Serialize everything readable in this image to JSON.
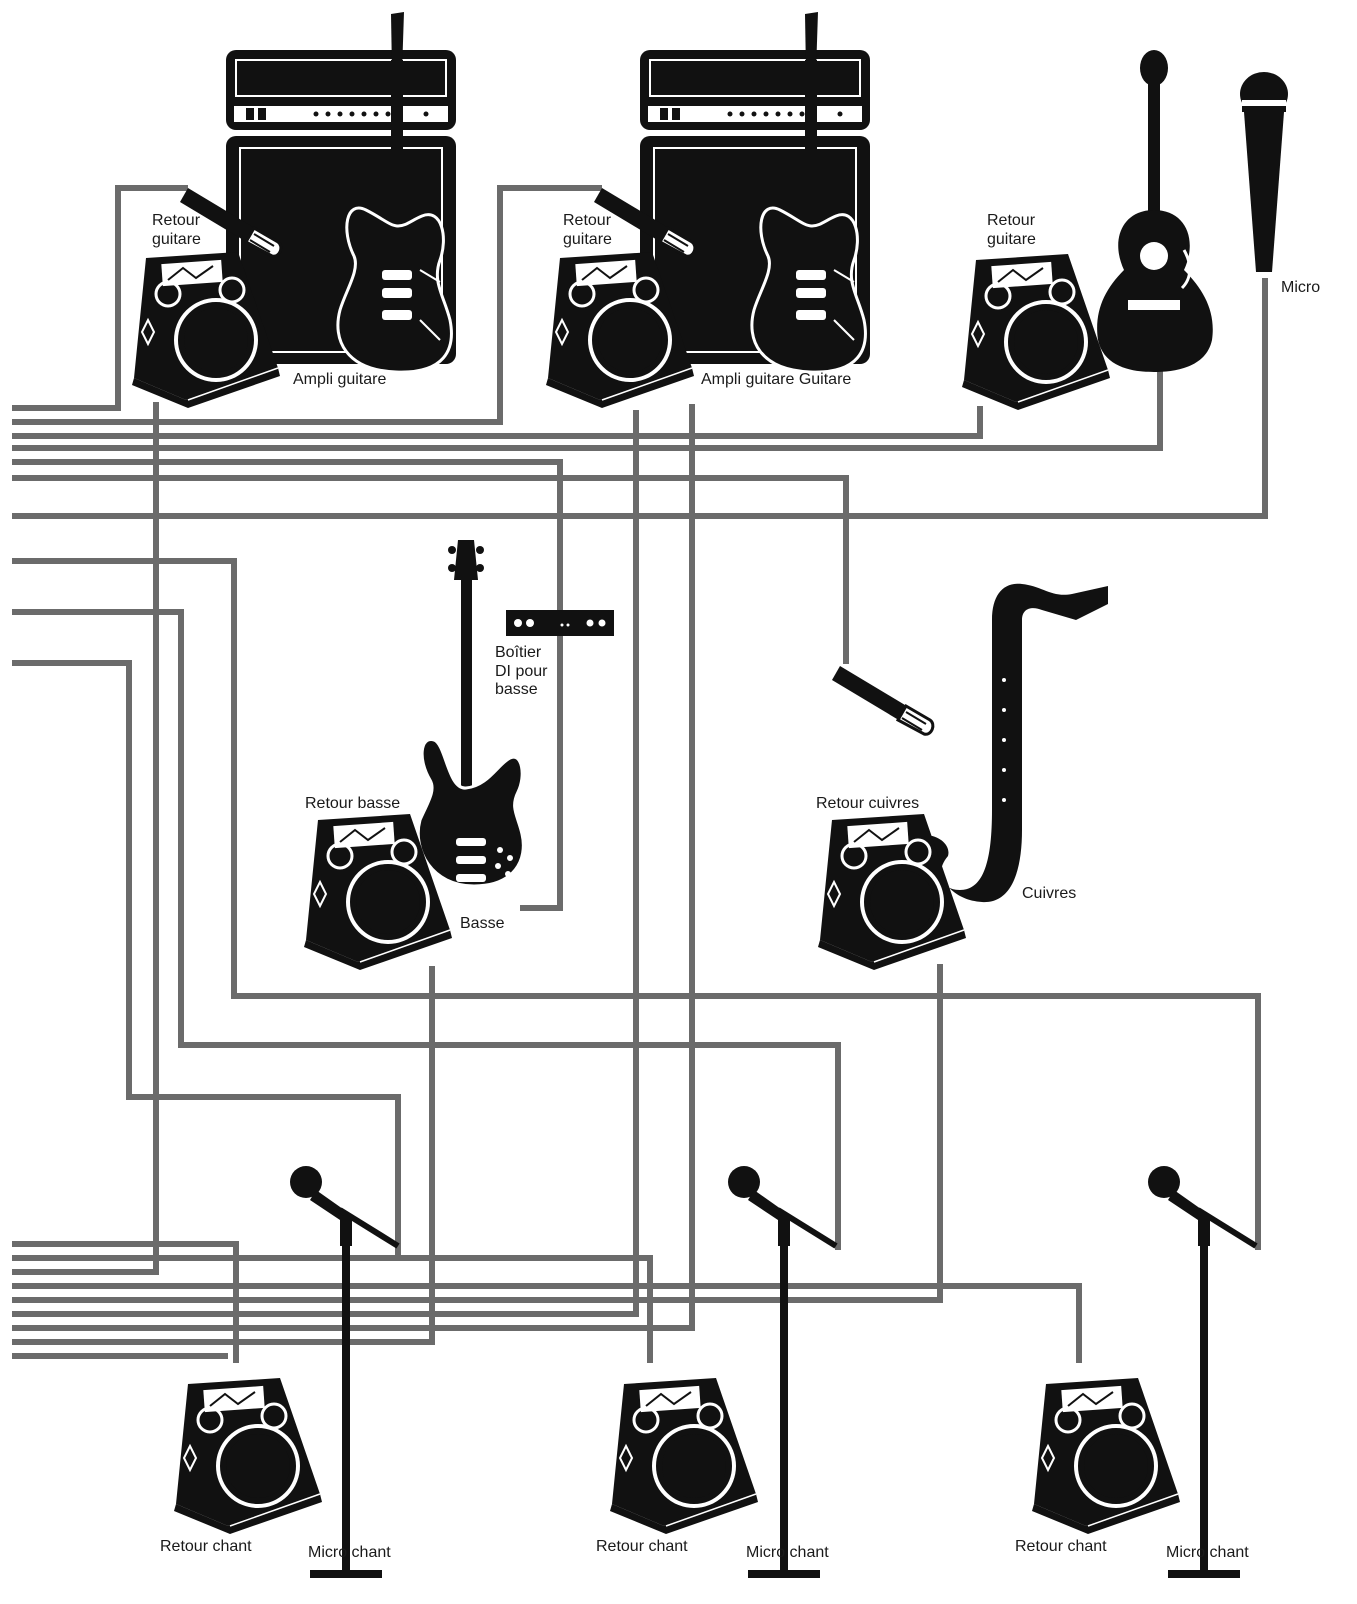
{
  "labels": {
    "retour_guitare_1": [
      "Retour",
      "guitare"
    ],
    "retour_guitare_2": [
      "Retour",
      "guitare"
    ],
    "retour_guitare_3": [
      "Retour",
      "guitare"
    ],
    "ampli_guitare_1": "Ampli guitare",
    "ampli_guitare_2": "Ampli guitare Guitare",
    "micro": "Micro",
    "boitier_di": [
      "Boîtier",
      "DI pour",
      "basse"
    ],
    "retour_basse": "Retour basse",
    "basse": "Basse",
    "retour_cuivres": "Retour cuivres",
    "cuivres": "Cuivres",
    "retour_chant_1": "Retour chant",
    "retour_chant_2": "Retour chant",
    "retour_chant_3": "Retour chant",
    "micro_chant_1": "Micro chant",
    "micro_chant_2": "Micro chant",
    "micro_chant_3": "Micro chant"
  },
  "icons": {
    "monitor": "stage-monitor-wedge-icon",
    "amp": "guitar-amplifier-stack-icon",
    "electric_guitar": "electric-guitar-icon",
    "acoustic_guitar": "acoustic-guitar-icon",
    "bass": "bass-guitar-icon",
    "saxophone": "saxophone-icon",
    "mic": "microphone-icon",
    "mic_stand": "microphone-stand-icon",
    "di_box": "di-box-icon"
  },
  "colors": {
    "cable": "#6b6b6b",
    "equipment": "#111111",
    "background": "#ffffff"
  }
}
